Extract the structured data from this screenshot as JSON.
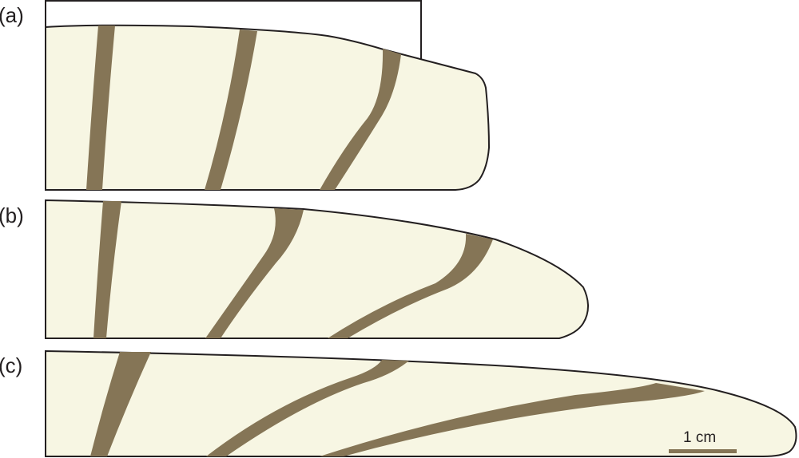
{
  "colors": {
    "background": "#ffffff",
    "body_fill": "#f7f6e3",
    "band_fill": "#857556",
    "outline": "#231f20",
    "scale_bar": "#857556"
  },
  "panels": [
    {
      "label": "(a)"
    },
    {
      "label": "(b)"
    },
    {
      "label": "(c)"
    }
  ],
  "scale_bar": {
    "label": "1 cm"
  }
}
